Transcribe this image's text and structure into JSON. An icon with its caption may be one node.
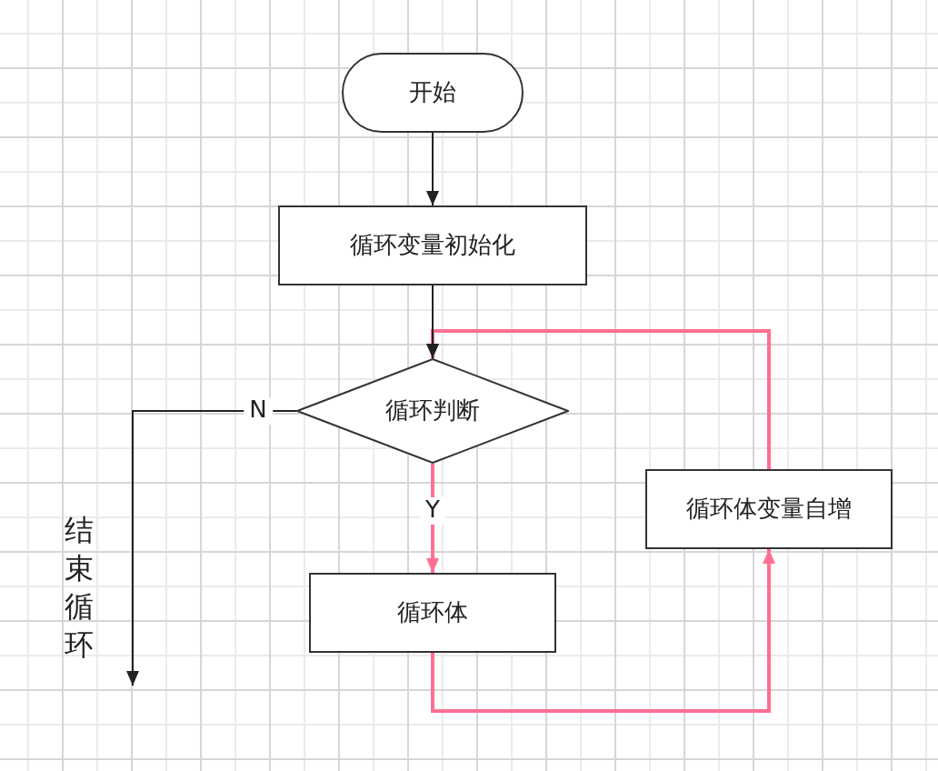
{
  "diagram": {
    "nodes": [
      {
        "text": [
          "开始"
        ]
      },
      {
        "text": [
          "循环变量初始化"
        ]
      },
      {
        "text": [
          "循环判断"
        ]
      },
      {
        "text": [
          "循环体"
        ]
      },
      {
        "text": [
          "循环体变量自增"
        ]
      }
    ],
    "edges": [
      {
        "from": 0,
        "to": 1,
        "arrow": "to"
      },
      {
        "from": 1,
        "to": 2,
        "arrow": "to"
      },
      {
        "from": 2,
        "to": null,
        "arrow": "to",
        "label": "N"
      },
      {
        "from": 2,
        "to": 3,
        "arrow": "to",
        "label": "Y",
        "color": "#ff6f91"
      },
      {
        "from": 3,
        "to": 4,
        "arrow": "to",
        "color": "#ff6f91"
      },
      {
        "from": 4,
        "to": 2,
        "arrow": "to",
        "color": "#ff6f91"
      }
    ],
    "labels": [
      "结束循环"
    ]
  }
}
